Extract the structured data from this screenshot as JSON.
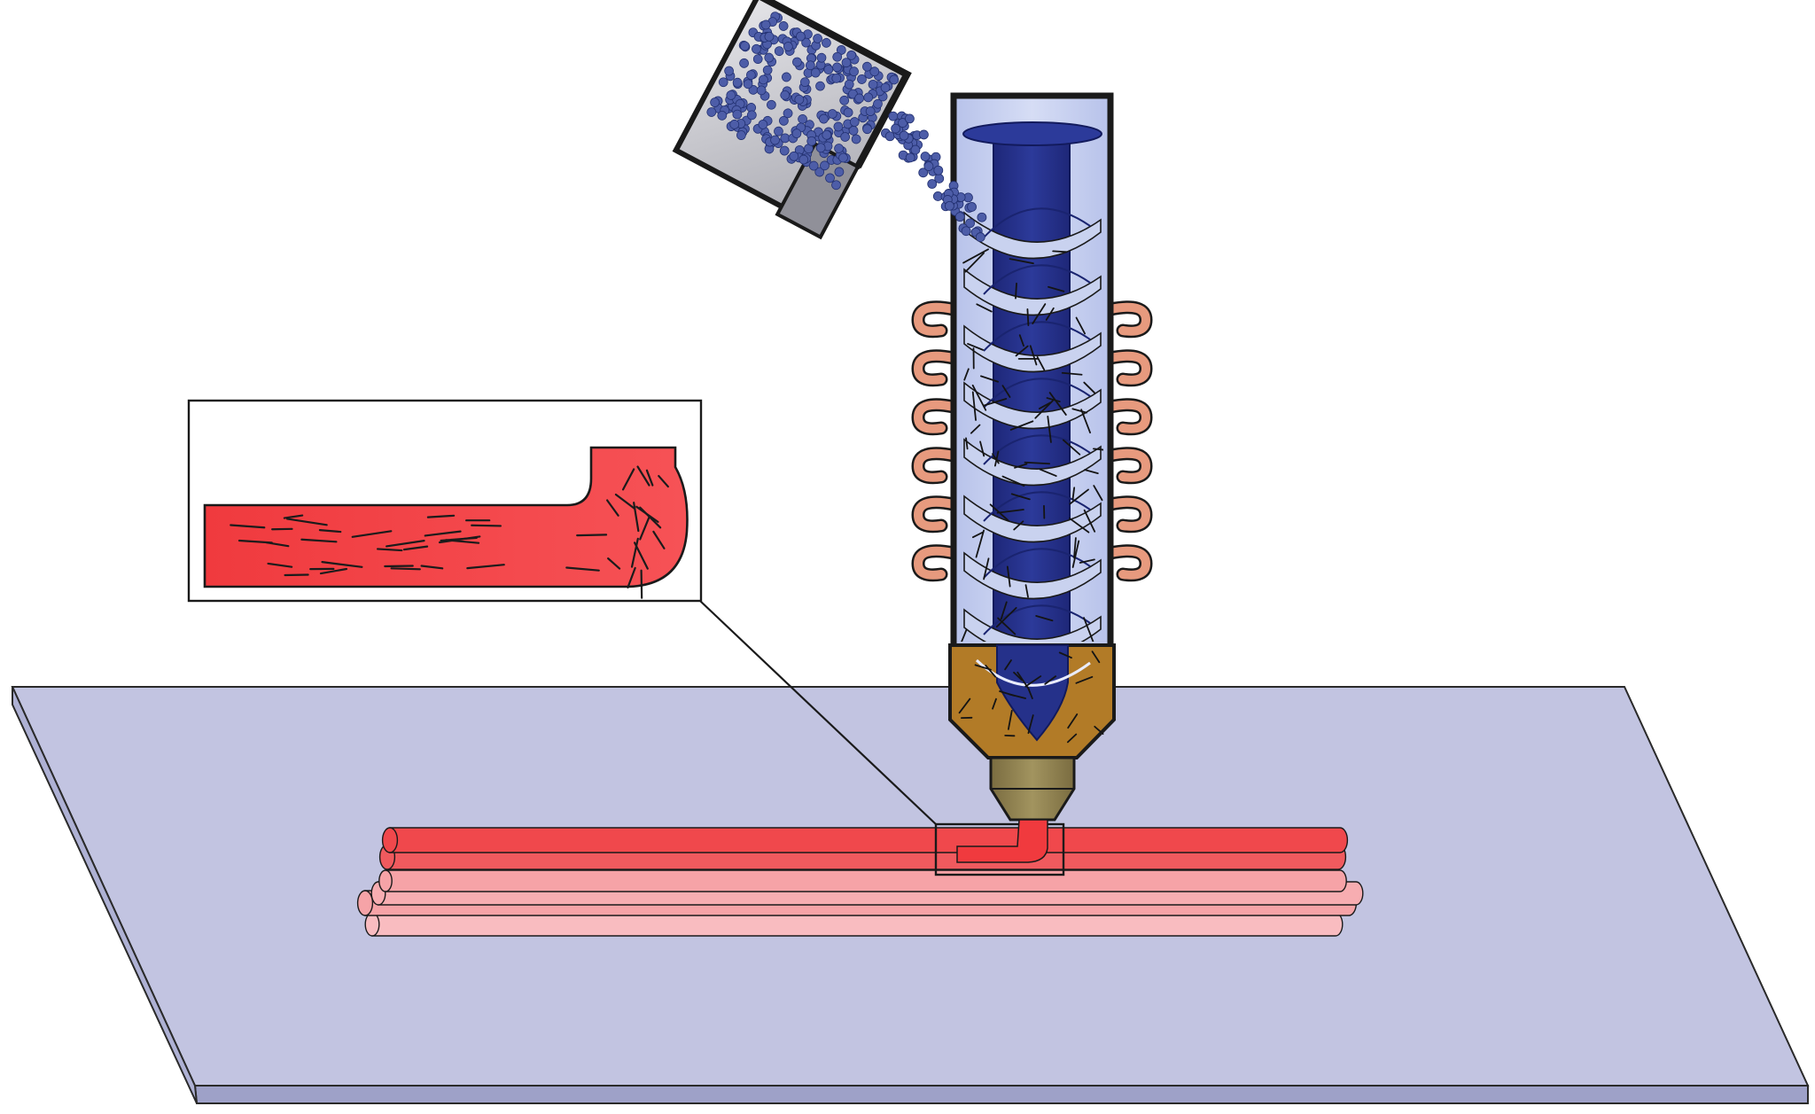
{
  "diagram": {
    "colors": {
      "background": "#ffffff",
      "build_plate_top": "#c2c4e1",
      "build_plate_edge": "#9ea1c8",
      "outline": "#1a1a1a",
      "barrel_fill": "#c9d2ef",
      "screw": "#25318a",
      "screw_flight": "#1f2a7a",
      "pellet": "#4d5da8",
      "hopper_body": "#cfcfd3",
      "heater_coil": "#e79a7e",
      "nozzle_collar": "#b27b27",
      "nozzle_tip": "#8b7d4f",
      "bead_top_layer": "#f0484c",
      "bead_lower_layers": "#f6a3a7",
      "melt": "#ef3d41",
      "fiber": "#1b1b1b"
    },
    "components": [
      {
        "id": "hopper",
        "icon": "pellet-hopper-icon"
      },
      {
        "id": "pellets",
        "icon": "pellet-icon"
      },
      {
        "id": "barrel",
        "icon": "barrel-icon"
      },
      {
        "id": "screw",
        "icon": "screw-icon"
      },
      {
        "id": "heater-coils",
        "icon": "heater-coil-icon"
      },
      {
        "id": "nozzle",
        "icon": "nozzle-icon"
      },
      {
        "id": "deposited-beads",
        "icon": "bead-icon"
      },
      {
        "id": "build-plate",
        "icon": "build-plate-icon"
      },
      {
        "id": "zoom-inset",
        "icon": "magnifier-inset-icon"
      }
    ]
  }
}
